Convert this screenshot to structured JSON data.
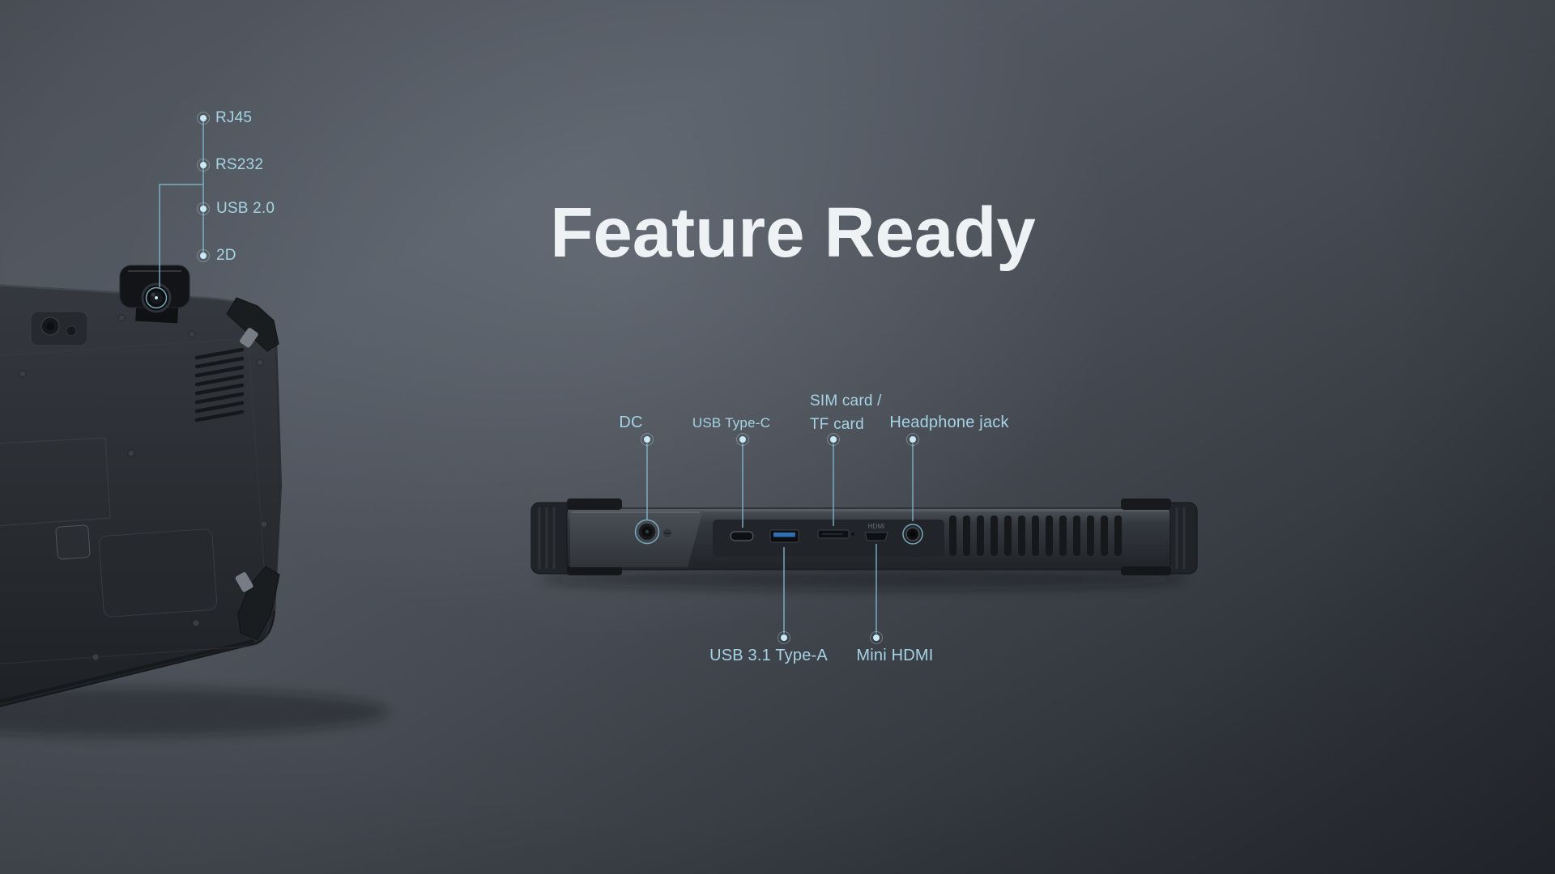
{
  "title": "Feature Ready",
  "colors": {
    "label_text": "#a6d3e3",
    "callout_line": "#7fb8cd",
    "callout_dot": "#c9e9f5",
    "title_text": "#eef2f5",
    "usb_a_blue": "#2f6fb2",
    "device_body": "#2b2e33"
  },
  "rear_view_callouts": {
    "items": [
      {
        "label": "RJ45"
      },
      {
        "label": "RS232"
      },
      {
        "label": "USB 2.0"
      },
      {
        "label": "2D"
      }
    ]
  },
  "bottom_edge_callouts": {
    "top": [
      {
        "label": "DC"
      },
      {
        "label": "USB Type-C"
      },
      {
        "label_line1": "SIM card /",
        "label_line2": "TF card"
      },
      {
        "label": "Headphone jack"
      }
    ],
    "bottom": [
      {
        "label": "USB 3.1 Type-A"
      },
      {
        "label": "Mini HDMI"
      }
    ]
  },
  "device_markings": {
    "hdmi_port_text": "HDMI"
  }
}
